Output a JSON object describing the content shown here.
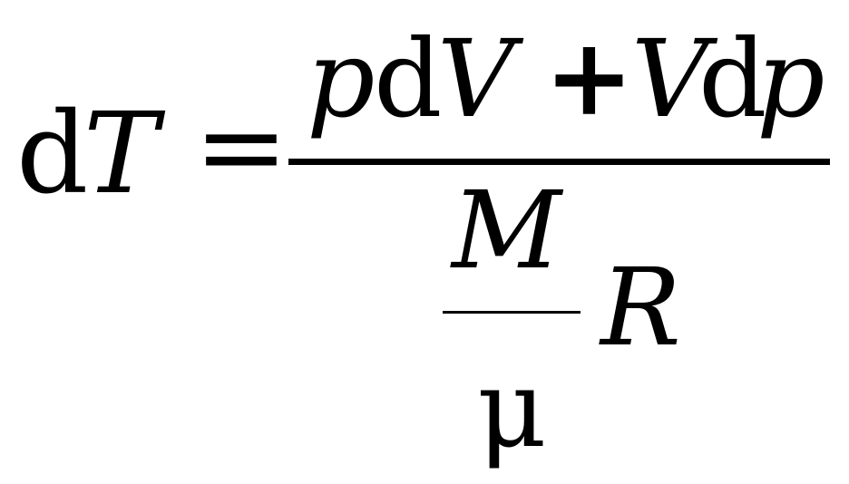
{
  "formula": {
    "lhs": {
      "d": "d",
      "var": "T"
    },
    "equals": "=",
    "numerator": {
      "term1_var": "p",
      "term1_d": "d",
      "term1_var2": "V",
      "plus": "+",
      "term2_var": "V",
      "term2_d": "d",
      "term2_var2": "p"
    },
    "denominator": {
      "frac_numerator": "M",
      "frac_denominator": "μ",
      "factor": "R"
    }
  }
}
